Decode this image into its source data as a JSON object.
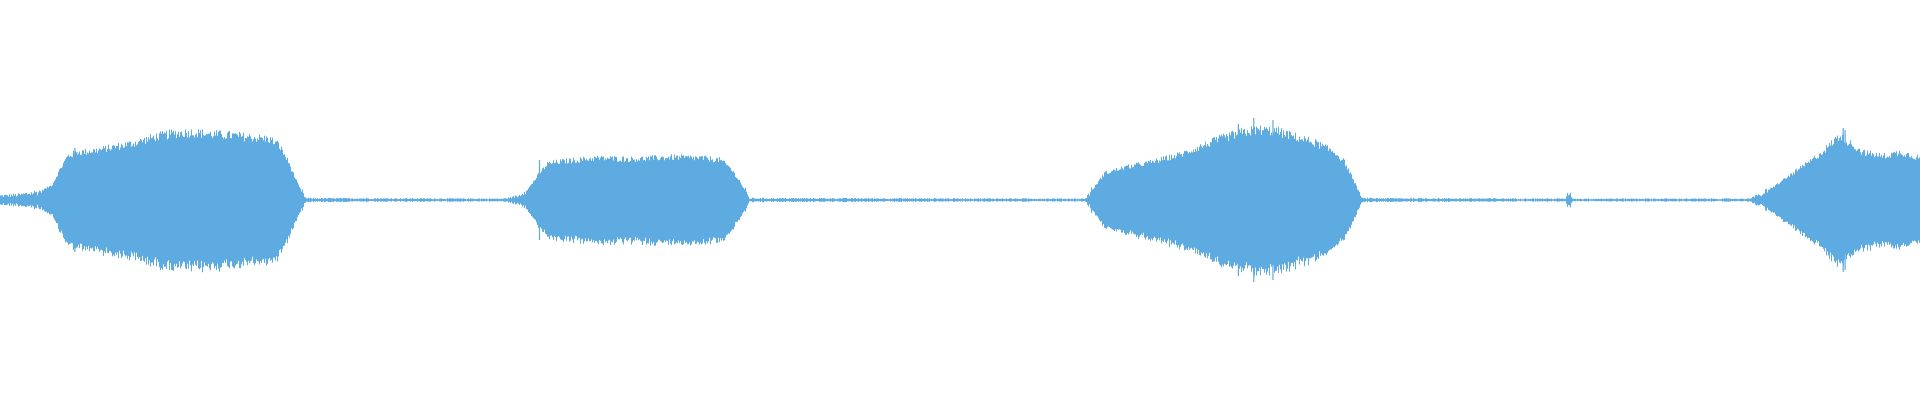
{
  "waveform": {
    "color": "#5eabe2",
    "background": "#ffffff",
    "amplitude_envelope": [
      [
        0.0,
        0.02
      ],
      [
        0.01,
        0.025
      ],
      [
        0.02,
        0.04
      ],
      [
        0.027,
        0.08
      ],
      [
        0.031,
        0.16
      ],
      [
        0.035,
        0.23
      ],
      [
        0.04,
        0.25
      ],
      [
        0.05,
        0.26
      ],
      [
        0.06,
        0.28
      ],
      [
        0.07,
        0.3
      ],
      [
        0.08,
        0.33
      ],
      [
        0.09,
        0.35
      ],
      [
        0.1,
        0.355
      ],
      [
        0.11,
        0.345
      ],
      [
        0.12,
        0.34
      ],
      [
        0.13,
        0.33
      ],
      [
        0.14,
        0.32
      ],
      [
        0.145,
        0.29
      ],
      [
        0.15,
        0.2
      ],
      [
        0.155,
        0.08
      ],
      [
        0.159,
        0.008
      ],
      [
        0.262,
        0.006
      ],
      [
        0.27,
        0.02
      ],
      [
        0.275,
        0.06
      ],
      [
        0.28,
        0.13
      ],
      [
        0.285,
        0.19
      ],
      [
        0.29,
        0.2
      ],
      [
        0.3,
        0.21
      ],
      [
        0.31,
        0.22
      ],
      [
        0.33,
        0.215
      ],
      [
        0.35,
        0.225
      ],
      [
        0.365,
        0.22
      ],
      [
        0.375,
        0.21
      ],
      [
        0.38,
        0.17
      ],
      [
        0.385,
        0.1
      ],
      [
        0.39,
        0.008
      ],
      [
        0.565,
        0.006
      ],
      [
        0.57,
        0.07
      ],
      [
        0.575,
        0.14
      ],
      [
        0.585,
        0.17
      ],
      [
        0.6,
        0.2
      ],
      [
        0.615,
        0.24
      ],
      [
        0.625,
        0.28
      ],
      [
        0.635,
        0.32
      ],
      [
        0.645,
        0.35
      ],
      [
        0.655,
        0.37
      ],
      [
        0.665,
        0.36
      ],
      [
        0.675,
        0.33
      ],
      [
        0.685,
        0.3
      ],
      [
        0.695,
        0.25
      ],
      [
        0.7,
        0.2
      ],
      [
        0.705,
        0.1
      ],
      [
        0.709,
        0.008
      ],
      [
        0.815,
        0.006
      ],
      [
        0.817,
        0.04
      ],
      [
        0.819,
        0.006
      ],
      [
        0.91,
        0.006
      ],
      [
        0.918,
        0.03
      ],
      [
        0.925,
        0.08
      ],
      [
        0.935,
        0.15
      ],
      [
        0.945,
        0.22
      ],
      [
        0.952,
        0.28
      ],
      [
        0.958,
        0.34
      ],
      [
        0.963,
        0.3
      ],
      [
        0.97,
        0.25
      ],
      [
        0.98,
        0.23
      ],
      [
        0.99,
        0.25
      ],
      [
        1.0,
        0.22
      ]
    ],
    "spikes": [
      [
        0.039,
        0.26
      ],
      [
        0.04,
        0.24
      ],
      [
        0.281,
        0.2
      ],
      [
        0.645,
        0.38
      ],
      [
        0.653,
        0.41
      ],
      [
        0.663,
        0.4
      ],
      [
        0.96,
        0.36
      ],
      [
        0.961,
        0.35
      ]
    ]
  }
}
